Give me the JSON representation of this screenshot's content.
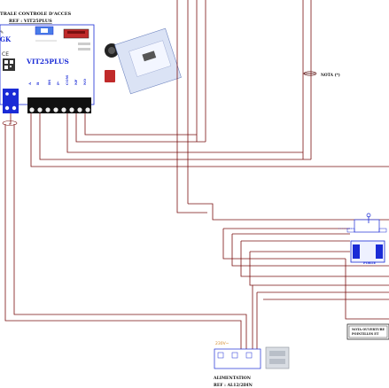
{
  "header": {
    "title": "TRALE CONTROLE D'ACCES",
    "ref": "REF : VIT25PLUS"
  },
  "central": {
    "model": "VIT25PLUS",
    "brand": "GK",
    "ce": "CE",
    "terminals": [
      "A",
      "B",
      "BS",
      "P-",
      "COM",
      "NF",
      "NO"
    ]
  },
  "notes": {
    "nota_star": "NOTA (*)",
    "nota_overture_line1": "NOTA OUVERTURE",
    "nota_overture_line2": "POINTILLES ET"
  },
  "reader": {
    "label": "PORTE"
  },
  "power_supply": {
    "voltage": "230V~",
    "title": "ALIMENTATION",
    "ref": "REF : AL12/2DIN"
  },
  "colors": {
    "wire": "#7a1010",
    "blue": "#1a2bd6",
    "board": "#eef1ff"
  }
}
